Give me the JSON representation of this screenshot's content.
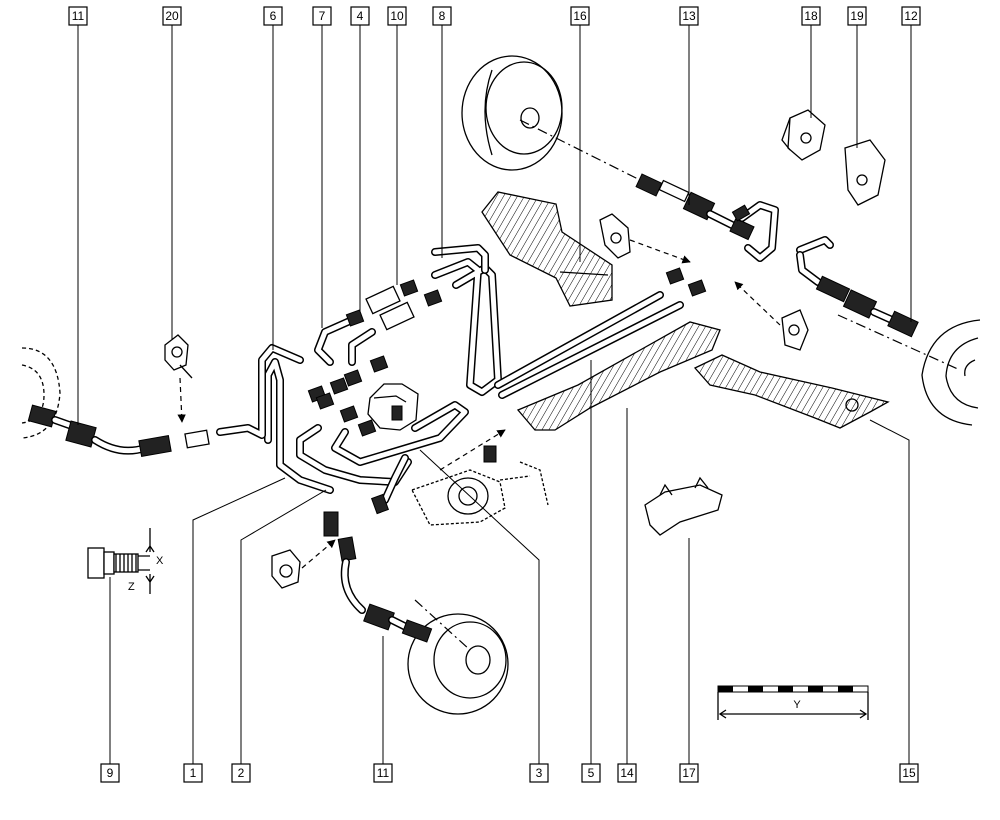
{
  "callouts": {
    "top": [
      "11",
      "20",
      "6",
      "7",
      "4",
      "10",
      "8",
      "16",
      "13",
      "18",
      "19",
      "12"
    ],
    "bottom": [
      "9",
      "1",
      "2",
      "11",
      "3",
      "5",
      "14",
      "17",
      "15"
    ]
  },
  "detail": {
    "x_label": "X",
    "z_label": "Z"
  },
  "scale": {
    "y_label": "Y"
  }
}
